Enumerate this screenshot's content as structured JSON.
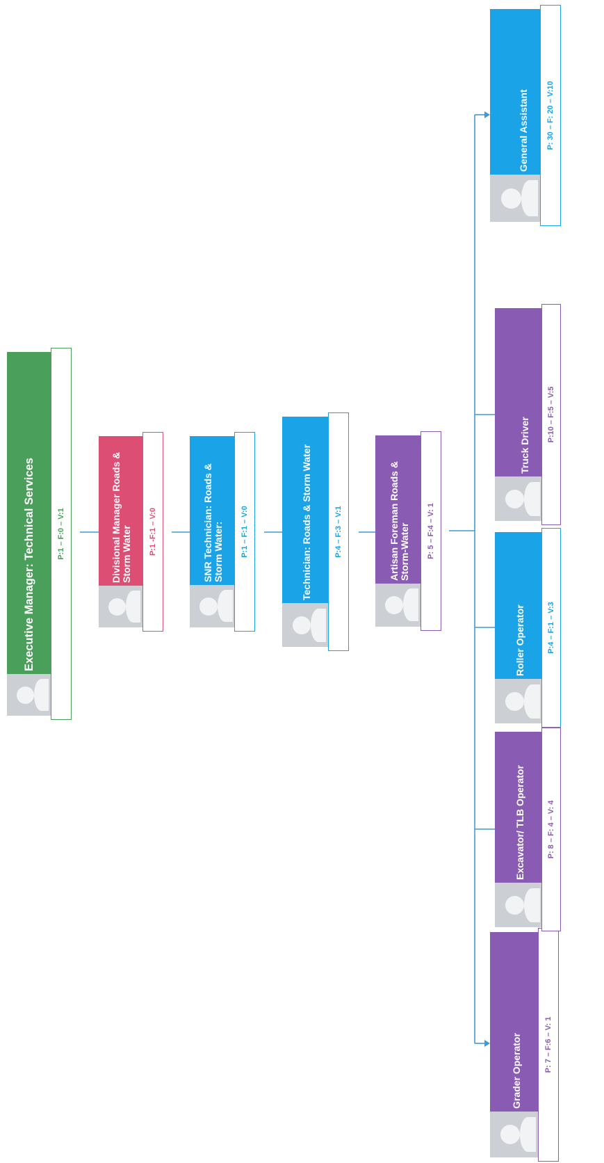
{
  "colors": {
    "green": "#4aa05a",
    "pink": "#dc4e74",
    "blue": "#1ba3e8",
    "purple": "#8a5bb2",
    "connector": "#3f9ad6"
  },
  "nodes": {
    "executive": {
      "title": "Executive Manager: Technical Services",
      "stats": "P:1 – F:0 – V:1",
      "color": "green"
    },
    "divisional": {
      "title": "Divisional Manager Roads & Storm Water",
      "stats": "P:1 -F:1 – V:0",
      "color": "pink"
    },
    "snr_technician": {
      "title": "SNR Technician: Roads & Storm Water:",
      "stats": "P:1 – F:1 – V:0",
      "color": "blue"
    },
    "technician": {
      "title": "Technician: Roads & Storm Water",
      "stats": "P:4 – F:3 – V:1",
      "color": "blue"
    },
    "artisan_foreman": {
      "title": "Artisan Foreman Roads & Storm-Water",
      "stats": "P: 5 – F:4 – V: 1",
      "color": "purple"
    },
    "grader_operator": {
      "title": "Grader Operator",
      "stats": "P: 7 – F:6 – V: 1",
      "color": "purple"
    },
    "excavator_operator": {
      "title": "Excavator/ TLB Operator",
      "stats": "P: 8 – F: 4 – V: 4",
      "color": "purple"
    },
    "roller_operator": {
      "title": "Roller Operator",
      "stats": "P:4 – F:1 – V:3",
      "color": "blue"
    },
    "truck_driver": {
      "title": "Truck Driver",
      "stats": "P:10 – F:5 – V:5",
      "color": "purple"
    },
    "general_assistant": {
      "title": "General Assistant",
      "stats": "P: 30 – F: 20 – V:10",
      "color": "blue"
    }
  }
}
